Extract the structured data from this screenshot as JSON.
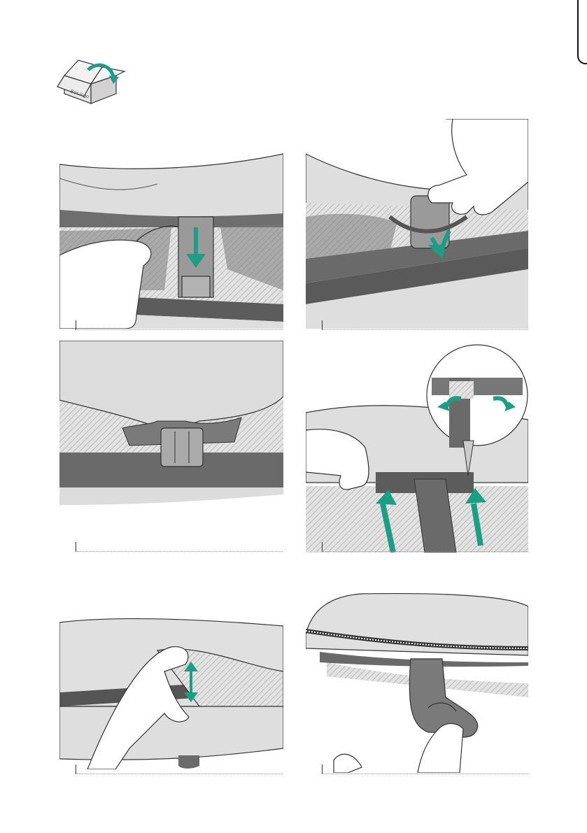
{
  "header": {
    "box_label": "Box-logo",
    "icon": "open-box-icon"
  },
  "steps": [
    {
      "id": 1,
      "illustration": "pull-strap-down"
    },
    {
      "id": 2,
      "illustration": "hook-strap-around-handle"
    },
    {
      "id": 3,
      "illustration": "handle-seated-in-cutout"
    },
    {
      "id": 4,
      "illustration": "push-flaps-up"
    },
    {
      "id": 5,
      "illustration": "adjust-zip-opening"
    },
    {
      "id": 6,
      "illustration": "lift-by-strap"
    }
  ],
  "colors": {
    "accent": "#1a9e84",
    "dark": "#5f5f5f",
    "mid": "#8c8c8c",
    "light": "#dcdcdc",
    "hatch": "#bdbdbd"
  }
}
